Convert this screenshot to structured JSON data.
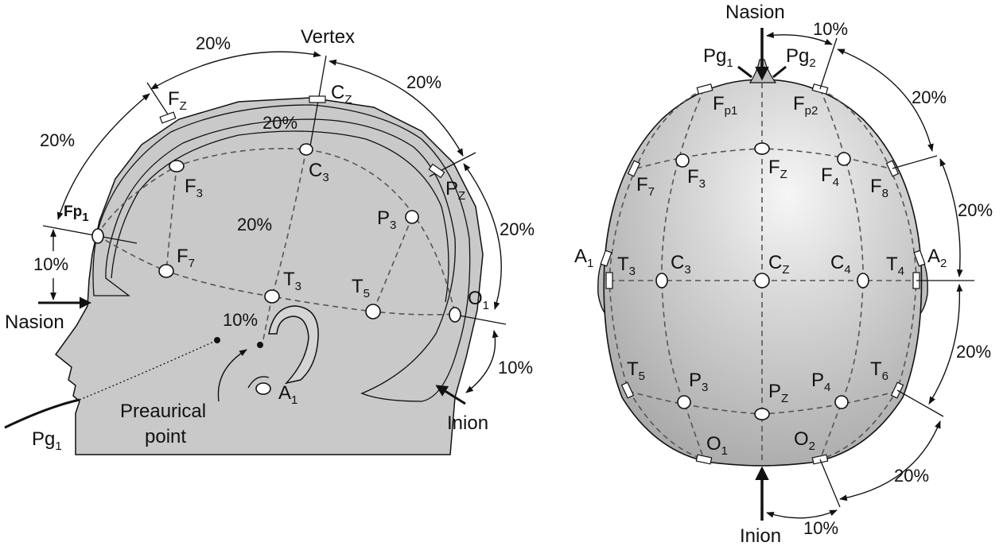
{
  "side_view": {
    "electrodes": {
      "fp1": {
        "main": "Fp",
        "sub": "1"
      },
      "f3": {
        "main": "F",
        "sub": "3"
      },
      "fz": {
        "main": "F",
        "sub": "Z"
      },
      "cz": {
        "main": "C",
        "sub": "Z"
      },
      "c3": {
        "main": "C",
        "sub": "3"
      },
      "f7": {
        "main": "F",
        "sub": "7"
      },
      "t3": {
        "main": "T",
        "sub": "3"
      },
      "t5": {
        "main": "T",
        "sub": "5"
      },
      "p3": {
        "main": "P",
        "sub": "3"
      },
      "pz": {
        "main": "P",
        "sub": "Z"
      },
      "o1": {
        "main": "O",
        "sub": "1"
      },
      "a1": {
        "main": "A",
        "sub": "1"
      },
      "pg1": {
        "main": "Pg",
        "sub": "1"
      }
    },
    "landmarks": {
      "vertex": "Vertex",
      "nasion": "Nasion",
      "inion": "Inion",
      "preauricular_line1": "Preaurical",
      "preauricular_line2": "point"
    },
    "percentages": {
      "top_left": "20%",
      "top_right": "20%",
      "left_arc": "20%",
      "inner_top": "20%",
      "middle": "20%",
      "back_right": "20%",
      "nasion_offset": "10%",
      "ear": "10%",
      "inion_offset": "10%"
    }
  },
  "top_view": {
    "electrodes": {
      "fp1": {
        "main": "F",
        "sub": "p1"
      },
      "fp2": {
        "main": "F",
        "sub": "p2"
      },
      "f7": {
        "main": "F",
        "sub": "7"
      },
      "f3": {
        "main": "F",
        "sub": "3"
      },
      "fz": {
        "main": "F",
        "sub": "Z"
      },
      "f4": {
        "main": "F",
        "sub": "4"
      },
      "f8": {
        "main": "F",
        "sub": "8"
      },
      "a1": {
        "main": "A",
        "sub": "1"
      },
      "t3": {
        "main": "T",
        "sub": "3"
      },
      "c3": {
        "main": "C",
        "sub": "3"
      },
      "cz": {
        "main": "C",
        "sub": "Z"
      },
      "c4": {
        "main": "C",
        "sub": "4"
      },
      "t4": {
        "main": "T",
        "sub": "4"
      },
      "a2": {
        "main": "A",
        "sub": "2"
      },
      "t5": {
        "main": "T",
        "sub": "5"
      },
      "p3": {
        "main": "P",
        "sub": "3"
      },
      "pz": {
        "main": "P",
        "sub": "Z"
      },
      "p4": {
        "main": "P",
        "sub": "4"
      },
      "t6": {
        "main": "T",
        "sub": "6"
      },
      "o1": {
        "main": "O",
        "sub": "1"
      },
      "o2": {
        "main": "O",
        "sub": "2"
      },
      "pg1": {
        "main": "Pg",
        "sub": "1"
      },
      "pg2": {
        "main": "Pg",
        "sub": "2"
      }
    },
    "landmarks": {
      "nasion": "Nasion",
      "inion": "Inion"
    },
    "percentages": {
      "top": "10%",
      "upper_right": "20%",
      "mid_right_upper": "20%",
      "mid_right_lower": "20%",
      "lower_right": "20%",
      "bottom": "10%"
    }
  },
  "colors": {
    "head_fill": "#c8c8c8",
    "line": "#111111",
    "dashed": "#555555"
  }
}
